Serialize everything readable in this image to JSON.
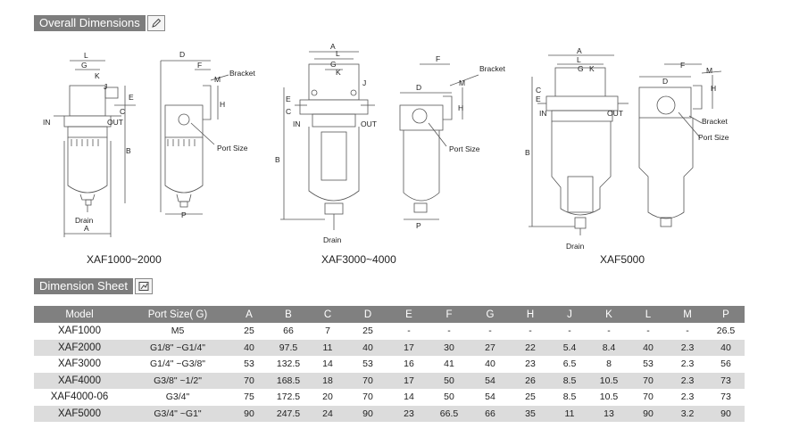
{
  "sections": {
    "overall_dimensions": "Overall Dimensions",
    "dimension_sheet": "Dimension Sheet"
  },
  "icons": {
    "overall_dimensions": "pencil-icon",
    "dimension_sheet": "chart-edit-icon"
  },
  "drawing_labels": {
    "bracket": "Bracket",
    "port_size": "Port Size",
    "drain": "Drain",
    "in": "IN",
    "out": "OUT",
    "A": "A",
    "B": "B",
    "C": "C",
    "D": "D",
    "E": "E",
    "F": "F",
    "G": "G",
    "H": "H",
    "J": "J",
    "K": "K",
    "L": "L",
    "M": "M",
    "P": "P"
  },
  "captions": [
    "XAF1000~2000",
    "XAF3000~4000",
    "XAF5000"
  ],
  "table": {
    "headers": [
      "Model",
      "Port Size( G)",
      "A",
      "B",
      "C",
      "D",
      "E",
      "F",
      "G",
      "H",
      "J",
      "K",
      "L",
      "M",
      "P"
    ],
    "rows": [
      [
        "XAF1000",
        "M5",
        "25",
        "66",
        "7",
        "25",
        "-",
        "-",
        "-",
        "-",
        "-",
        "-",
        "-",
        "-",
        "26.5"
      ],
      [
        "XAF2000",
        "G1/8\" ~G1/4\"",
        "40",
        "97.5",
        "11",
        "40",
        "17",
        "30",
        "27",
        "22",
        "5.4",
        "8.4",
        "40",
        "2.3",
        "40"
      ],
      [
        "XAF3000",
        "G1/4\" ~G3/8\"",
        "53",
        "132.5",
        "14",
        "53",
        "16",
        "41",
        "40",
        "23",
        "6.5",
        "8",
        "53",
        "2.3",
        "56"
      ],
      [
        "XAF4000",
        "G3/8\" ~1/2\"",
        "70",
        "168.5",
        "18",
        "70",
        "17",
        "50",
        "54",
        "26",
        "8.5",
        "10.5",
        "70",
        "2.3",
        "73"
      ],
      [
        "XAF4000-06",
        "G3/4\"",
        "75",
        "172.5",
        "20",
        "70",
        "14",
        "50",
        "54",
        "25",
        "8.5",
        "10.5",
        "70",
        "2.3",
        "73"
      ],
      [
        "XAF5000",
        "G3/4\" ~G1\"",
        "90",
        "247.5",
        "24",
        "90",
        "23",
        "66.5",
        "66",
        "35",
        "11",
        "13",
        "90",
        "3.2",
        "90"
      ]
    ]
  }
}
